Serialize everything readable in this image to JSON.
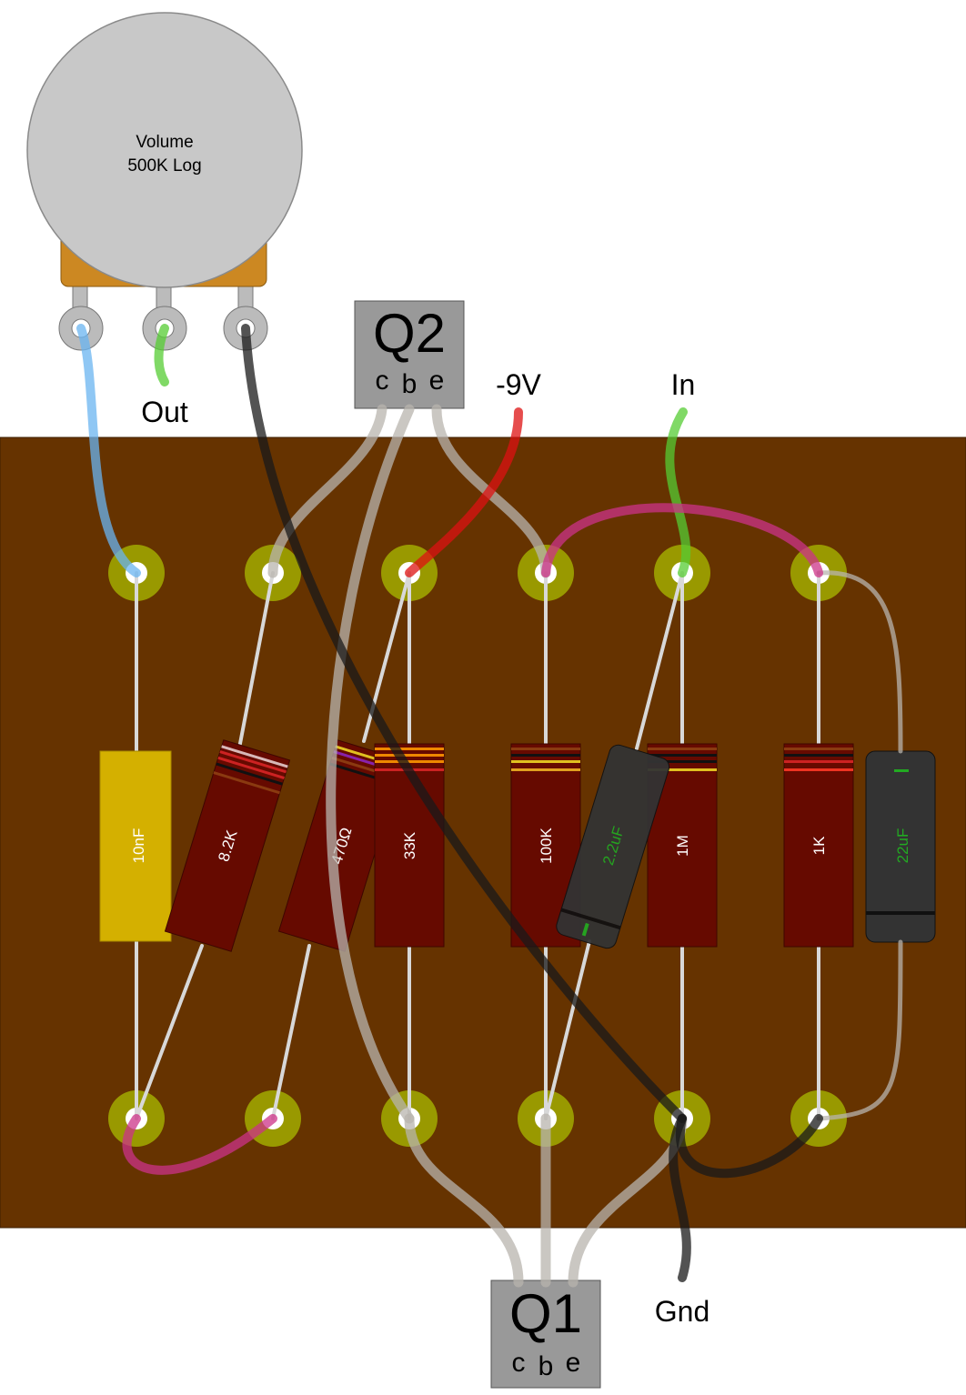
{
  "pot": {
    "name": "Volume",
    "value": "500K Log"
  },
  "labels": {
    "out": "Out",
    "neg9v": "-9V",
    "input": "In",
    "gnd": "Gnd"
  },
  "q2": {
    "name": "Q2",
    "c": "c",
    "b": "b",
    "e": "e"
  },
  "q1": {
    "name": "Q1",
    "c": "c",
    "b": "b",
    "e": "e"
  },
  "components": {
    "cap_10nf": "10nF",
    "res_8_2k": "8.2K",
    "res_470": "470Ω",
    "res_33k": "33K",
    "res_100k": "100K",
    "ecap_2_2uf": "2.2uF",
    "res_1m": "1M",
    "res_1k": "1K",
    "ecap_22uf": "22uF"
  },
  "colors": {
    "board": "#663300",
    "pad": "#999900",
    "resistor": "#660a00",
    "film_cap": "#d4b000",
    "electrolytic": "#333333",
    "wire_blue": "#6ab4f0",
    "wire_green": "#55cc33",
    "wire_black": "#1a1a1a",
    "wire_red": "#dd1111",
    "wire_pink": "#cc3388",
    "wire_grey": "#b8b4ad"
  }
}
